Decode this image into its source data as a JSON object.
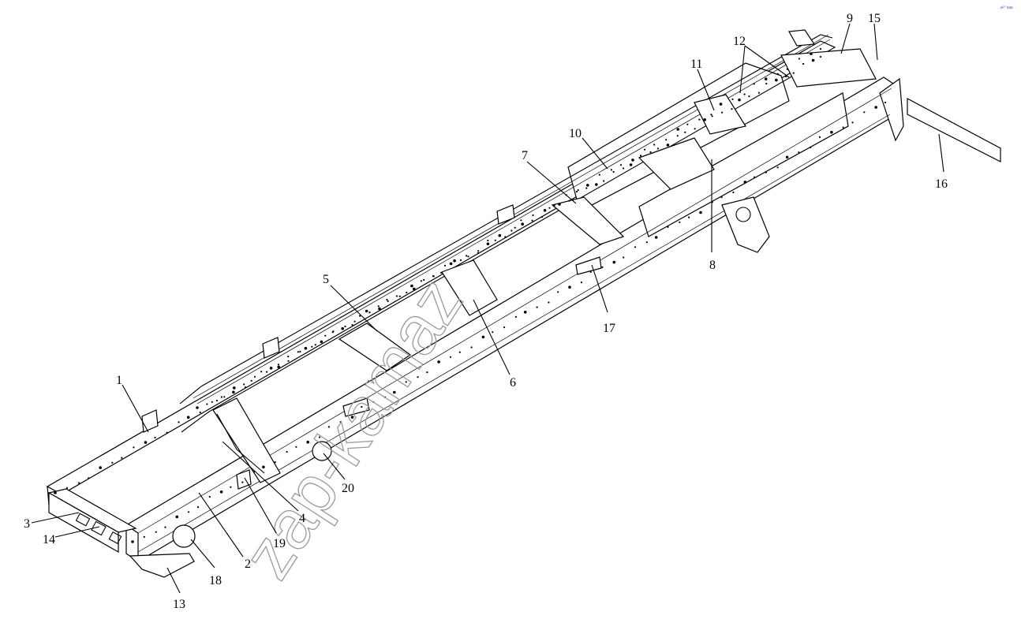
{
  "corner_mark": "a²° sas",
  "watermark": "zap-kamaz",
  "callouts": [
    {
      "id": "c1",
      "label": "1"
    },
    {
      "id": "c2",
      "label": "2"
    },
    {
      "id": "c3",
      "label": "3"
    },
    {
      "id": "c4",
      "label": "4"
    },
    {
      "id": "c5",
      "label": "5"
    },
    {
      "id": "c6",
      "label": "6"
    },
    {
      "id": "c7",
      "label": "7"
    },
    {
      "id": "c8",
      "label": "8"
    },
    {
      "id": "c9",
      "label": "9"
    },
    {
      "id": "c10",
      "label": "10"
    },
    {
      "id": "c11",
      "label": "11"
    },
    {
      "id": "c12",
      "label": "12"
    },
    {
      "id": "c13",
      "label": "13"
    },
    {
      "id": "c14",
      "label": "14"
    },
    {
      "id": "c15",
      "label": "15"
    },
    {
      "id": "c16",
      "label": "16"
    },
    {
      "id": "c17",
      "label": "17"
    },
    {
      "id": "c18",
      "label": "18"
    },
    {
      "id": "c19",
      "label": "19"
    },
    {
      "id": "c20",
      "label": "20"
    }
  ]
}
